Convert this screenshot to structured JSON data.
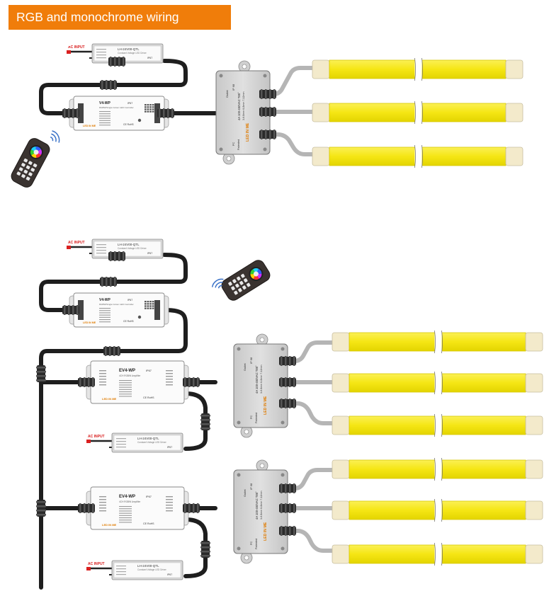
{
  "title": "RGB and monochrome wiring installation",
  "labels": {
    "ac_input": "AC INPUT",
    "psu_model": "LH-24V00-QTL",
    "psu_sub": "Constant Voltage LED Driver",
    "psu_ip": "IP67",
    "v4_model": "V4-WP",
    "v4_sub": "RGBW/Single Colour\nLED Controller",
    "ev4_model": "EV4-WP",
    "ev4_sub": "4CH RGBW Amplifier",
    "ip_rating": "IP67",
    "brand": "LED IN ME",
    "cert": "CE RoHS",
    "jb_left": "Outlet",
    "jb_ip": "IP 68",
    "jb_spec": "4A 100-450VAC T85°",
    "jb_cable": "3-6.8mm 6-8mm 7-12mm",
    "jb_pc": "PC",
    "jb_patent": "Patented"
  },
  "colors": {
    "banner": "#f07d0a",
    "cable": "#1e1e1e",
    "strip": "#f5e614",
    "strip_edge": "#d8c900",
    "end_cap": "#f3eacb",
    "device": "#f2f2f2",
    "junction": "#d2d2d2",
    "ac_red": "#d92020"
  },
  "icons": {
    "remote": "rgb-remote-icon",
    "signal": "wireless-signal-icon"
  }
}
